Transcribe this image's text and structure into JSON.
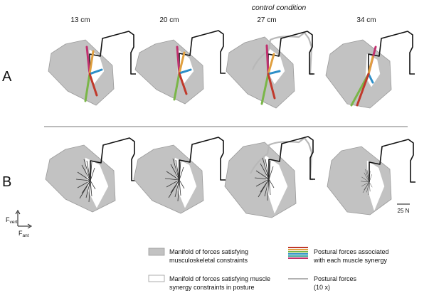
{
  "header": {
    "condition_label": "control condition"
  },
  "columns": [
    "13 cm",
    "20 cm",
    "27 cm",
    "34 cm"
  ],
  "rows": {
    "a": "A",
    "b": "B"
  },
  "axes": {
    "vertical": "F",
    "vertical_sub": "vert",
    "horizontal": "F",
    "horizontal_sub": "ant"
  },
  "scale_bar": {
    "label": "25 N"
  },
  "legend": {
    "gray_line1": "Manifold of forces satisfying",
    "gray_line2": "musculoskeletal constraints",
    "white_line1": "Manifold of forces satisfying muscle",
    "white_line2": "synergy constraints in posture",
    "colored_line1": "Postural forces associated",
    "colored_line2": "with each muscle synergy",
    "postural_line1": "Postural forces",
    "postural_line2": "(10 x)"
  },
  "colors": {
    "manifold_gray": "#c2c2c2",
    "synergy_red": "#c0392b",
    "synergy_green": "#7ab648",
    "synergy_blue": "#2d8fc8",
    "synergy_orange": "#e0a040",
    "synergy_magenta": "#c0306e",
    "synergy_teal": "#3aa69a",
    "cat_outline": "#111111",
    "cat_ghost": "#b8b8b8"
  }
}
